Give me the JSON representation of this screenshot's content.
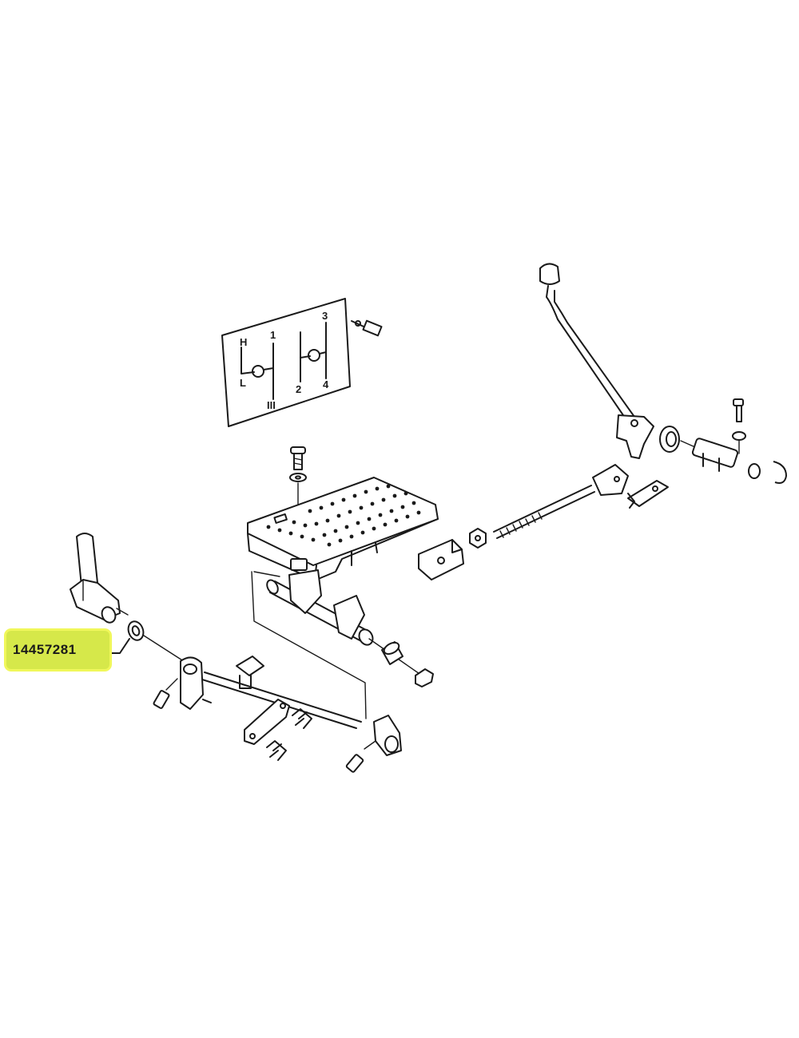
{
  "diagram": {
    "callout": {
      "part_number": "14457281",
      "highlight_color": "#d6e84a"
    },
    "shift_gate_plate": {
      "labels": [
        "H",
        "L",
        "1",
        "3",
        "III",
        "2",
        "4"
      ]
    }
  }
}
